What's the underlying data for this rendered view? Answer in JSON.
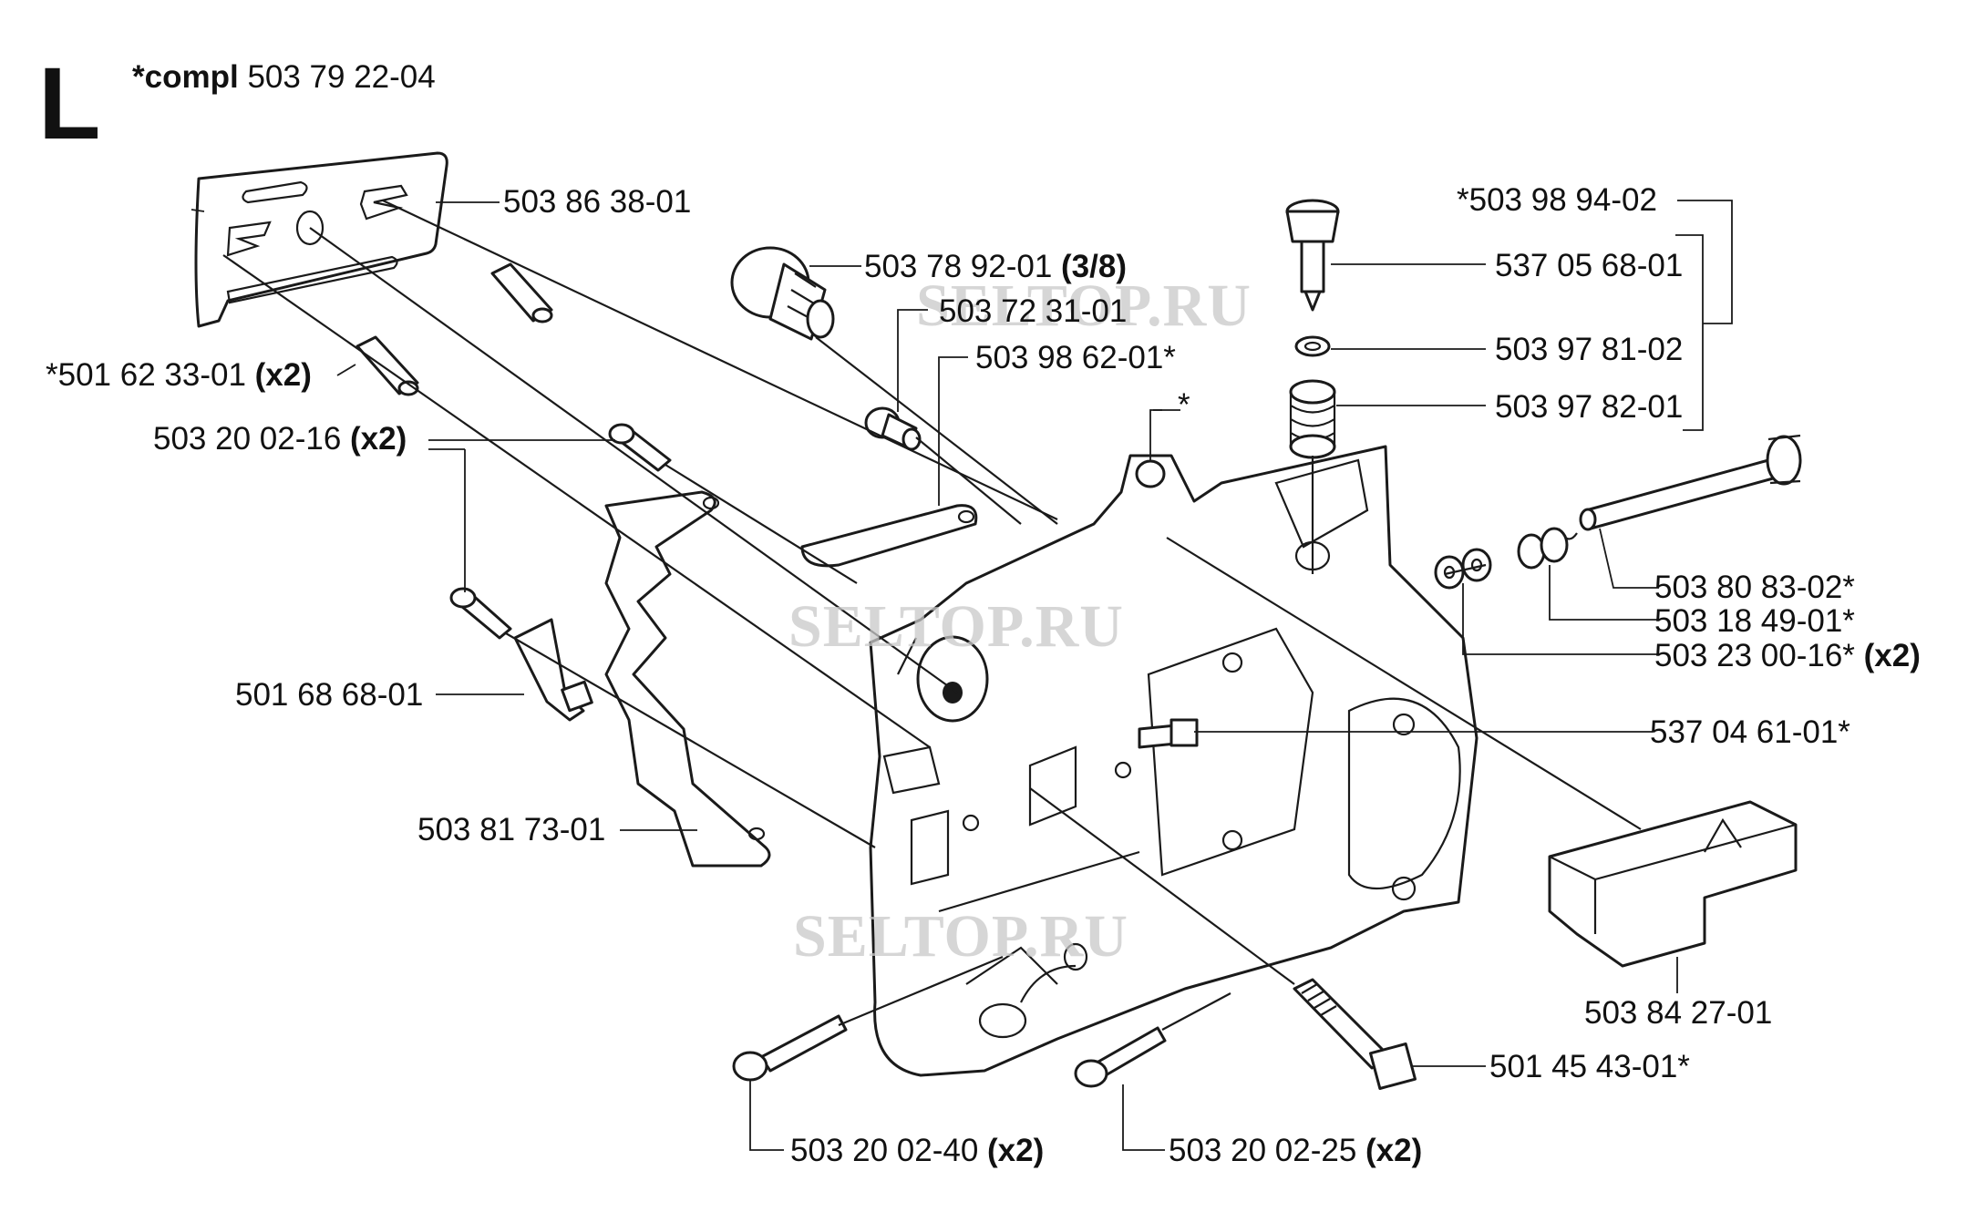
{
  "header": {
    "section_letter": "L",
    "compl_prefix": "*compl",
    "compl_number": "503 79 22-04"
  },
  "watermark": "SELTOP.RU",
  "labels": {
    "p_503_86_38_01": {
      "number": "503 86 38-01",
      "suffix": ""
    },
    "p_501_62_33_01": {
      "number": "*501 62 33-01",
      "suffix": "(x2)"
    },
    "p_503_20_02_16": {
      "number": "503 20 02-16",
      "suffix": "(x2)"
    },
    "p_501_68_68_01": {
      "number": "501 68 68-01",
      "suffix": ""
    },
    "p_503_81_73_01": {
      "number": "503 81 73-01",
      "suffix": ""
    },
    "p_503_78_92_01": {
      "number": "503 78 92-01",
      "suffix": "(3/8)"
    },
    "p_503_72_31_01": {
      "number": "503 72 31-01",
      "suffix": ""
    },
    "p_503_98_62_01": {
      "number": "503 98 62-01*",
      "suffix": ""
    },
    "p_star": {
      "number": "*",
      "suffix": ""
    },
    "p_503_98_94_02": {
      "number": "*503 98 94-02",
      "suffix": ""
    },
    "p_537_05_68_01": {
      "number": "537 05 68-01",
      "suffix": ""
    },
    "p_503_97_81_02": {
      "number": "503 97 81-02",
      "suffix": ""
    },
    "p_503_97_82_01": {
      "number": "503 97 82-01",
      "suffix": ""
    },
    "p_503_80_83_02": {
      "number": "503 80 83-02*",
      "suffix": ""
    },
    "p_503_18_49_01": {
      "number": "503 18 49-01*",
      "suffix": ""
    },
    "p_503_23_00_16": {
      "number": "503 23 00-16*",
      "suffix": "(x2)"
    },
    "p_537_04_61_01": {
      "number": "537 04 61-01*",
      "suffix": ""
    },
    "p_503_84_27_01": {
      "number": "503 84 27-01",
      "suffix": ""
    },
    "p_501_45_43_01": {
      "number": "501 45 43-01*",
      "suffix": ""
    },
    "p_503_20_02_40": {
      "number": "503 20 02-40",
      "suffix": "(x2)"
    },
    "p_503_20_02_25": {
      "number": "503 20 02-25",
      "suffix": "(x2)"
    }
  }
}
